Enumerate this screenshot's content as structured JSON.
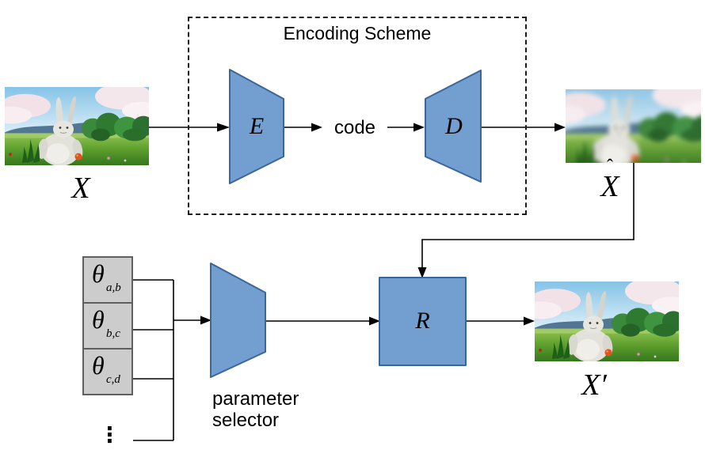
{
  "encoding_scheme": {
    "title": "Encoding Scheme",
    "encoder_label": "E",
    "code_label": "code",
    "decoder_label": "D"
  },
  "images": {
    "input_label": "X",
    "decoded_hat": "ˆ",
    "decoded_base": "X",
    "restored_label": "X′"
  },
  "restoration": {
    "block_label": "R",
    "selector_line1": "parameter",
    "selector_line2": "selector"
  },
  "parameters": {
    "items": [
      {
        "symbol": "θ",
        "subscript": "a,b"
      },
      {
        "symbol": "θ",
        "subscript": "b,c"
      },
      {
        "symbol": "θ",
        "subscript": "c,d"
      }
    ],
    "ellipsis": "⋮"
  },
  "icons": {
    "input_image": "bunny-scene-image",
    "decoded_image": "blurred-bunny-scene-image",
    "restored_image": "restored-bunny-scene-image"
  },
  "colors": {
    "block_fill": "#729fcf",
    "block_stroke": "#3a669c",
    "param_box_fill": "#cccccc",
    "param_box_stroke": "#5f5f5f",
    "connector_line": "#000000",
    "dashed_border": "#1c1c1c"
  }
}
